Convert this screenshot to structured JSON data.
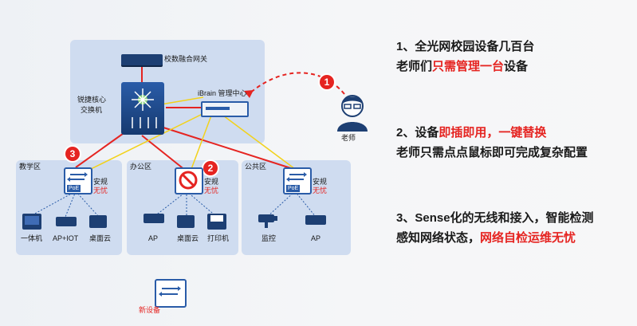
{
  "diagram": {
    "core_zone": {
      "gateway_label": "校数融合网关",
      "core_switch_label_1": "核心",
      "core_switch_label_2": "交换机",
      "core_switch_label_prefix": "锐捷",
      "brain_label": "iBrain 管理中心"
    },
    "teacher_label": "老师",
    "zones": [
      {
        "name": "教学区",
        "switch_tag": "PoE",
        "status_1": "安规",
        "status_2": "无忧",
        "devices": [
          {
            "label": "一体机"
          },
          {
            "label": "AP+IOT"
          },
          {
            "label": "桌面云"
          }
        ]
      },
      {
        "name": "办公区",
        "switch_tag": "",
        "status_1": "安规",
        "status_2": "无忧",
        "devices": [
          {
            "label": "AP"
          },
          {
            "label": "桌面云"
          },
          {
            "label": "打印机"
          }
        ]
      },
      {
        "name": "公共区",
        "switch_tag": "PoE",
        "status_1": "安规",
        "status_2": "无忧",
        "devices": [
          {
            "label": "监控"
          },
          {
            "label": "AP"
          }
        ]
      }
    ],
    "new_device_label": "新设备",
    "badges": [
      "1",
      "2",
      "3"
    ]
  },
  "points": [
    {
      "line1": {
        "prefix": "1、全光网校园设备几百台",
        "hl": "",
        "suffix": ""
      },
      "line2": {
        "prefix": "老师们",
        "hl": "只需管理一台",
        "suffix": "设备"
      }
    },
    {
      "line1": {
        "prefix": "2、设备",
        "hl": "即插即用，一键替换",
        "suffix": ""
      },
      "line2": {
        "prefix": "老师只需点点鼠标即可完成复杂配置",
        "hl": "",
        "suffix": ""
      }
    },
    {
      "line1": {
        "prefix": "3、Sense化的无线和接入，智能检测",
        "hl": "",
        "suffix": ""
      },
      "line2": {
        "prefix": "感知网络状态，",
        "hl": "网络自检运维无忧",
        "suffix": ""
      }
    }
  ],
  "colors": {
    "accent": "#e52421",
    "zone_bg": "#cfdcf0",
    "device": "#1d3f73",
    "link_red": "#e52421",
    "link_yellow": "#f2d21b"
  }
}
